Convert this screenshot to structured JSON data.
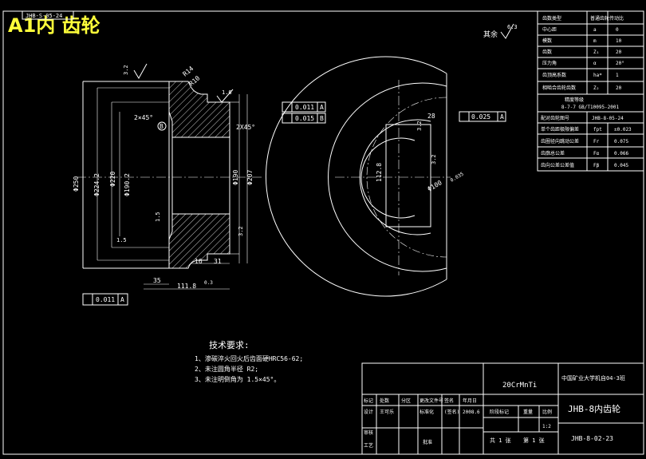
{
  "title_overlay": "A1内 齿轮",
  "corner_label": "JHB-S-05-24",
  "surface_note": "其余",
  "surface_note_value": "6.3",
  "param_table": {
    "header": [
      "齿数类型",
      "普通齿轮传动比",
      ""
    ],
    "rows": [
      [
        "中心距",
        "a",
        "0"
      ],
      [
        "模数",
        "m",
        "10"
      ],
      [
        "齿数",
        "Z₁",
        "20"
      ],
      [
        "压力角",
        "α",
        "20°"
      ],
      [
        "齿顶高系数",
        "ha*",
        "1"
      ],
      [
        "相啮合齿轮齿数",
        "Z₂",
        "20"
      ]
    ],
    "precision_label": "精度等级",
    "precision_value": "8-7-7 GB/T10095-2001",
    "mating_drawing_label": "配对齿轮图号",
    "mating_drawing_value": "JHB-8-05-24",
    "tolerance_rows": [
      [
        "单个齿距极限偏差",
        "fpt",
        "±0.023"
      ],
      [
        "齿圈径向跳动公差",
        "Fr",
        "0.075"
      ],
      [
        "齿廓总公差",
        "Fα",
        "0.066"
      ],
      [
        "齿向公差公差值",
        "Fβ",
        "0.045"
      ]
    ]
  },
  "tech_req": {
    "title": "技术要求:",
    "items": [
      "1、渗碳淬火回火后齿面硬HRC56-62;",
      "2、未注圆角半径 R2;",
      "3、未注明倒角为 1.5×45°。"
    ]
  },
  "dimensions": {
    "r14": "R14",
    "r10": "R10",
    "chamfer_2x45": "2×45°",
    "chamfer_2x45_b": "2X45°",
    "d250": "Φ250",
    "d224": "Φ224.2",
    "d220": "Φ220",
    "d190": "Φ190.2",
    "d190b": "Φ190",
    "d207": "Φ207",
    "rough_32a": "3.2",
    "rough_16": "1.6",
    "rough_15a": "1.5",
    "rough_15b": "1.5",
    "rough_32b": "3.2",
    "rough_32c": "3.2",
    "rough_32d": "3.2",
    "len_16": "16",
    "len_31": "31",
    "len_35": "35",
    "len_111": "111.8",
    "len_111_tol": "0.3",
    "tol_011_a": "0.011",
    "tol_015_b": "0.015",
    "tol_011_a2": "0.011",
    "tol_025_a": "0.025",
    "datum_a": "A",
    "datum_b": "B",
    "key_28": "28",
    "key_112": "112.8",
    "key_d100": "Φ100",
    "key_tol": "0.035"
  },
  "title_block": {
    "material": "20CrMnTi",
    "school": "中国矿业大学机自04-3班",
    "drawing_name": "JHB-8内齿轮",
    "drawing_number": "JHB-8-02-23",
    "scale_label": "比例",
    "scale_value": "1:2",
    "weight_label": "重量",
    "stage_label": "阶段标记",
    "sheets": "共 1 张",
    "sheet_no": "第 1 张",
    "rev_cols": [
      "标记",
      "处数",
      "分区",
      "更改文件号",
      "签名",
      "年月日"
    ],
    "design_label": "设计",
    "designer": "王可乐",
    "std_label": "标准化",
    "std_sign": "(签名)",
    "date": "2008.6",
    "review_label": "审核",
    "process_label": "工艺",
    "approve_label": "批准"
  }
}
